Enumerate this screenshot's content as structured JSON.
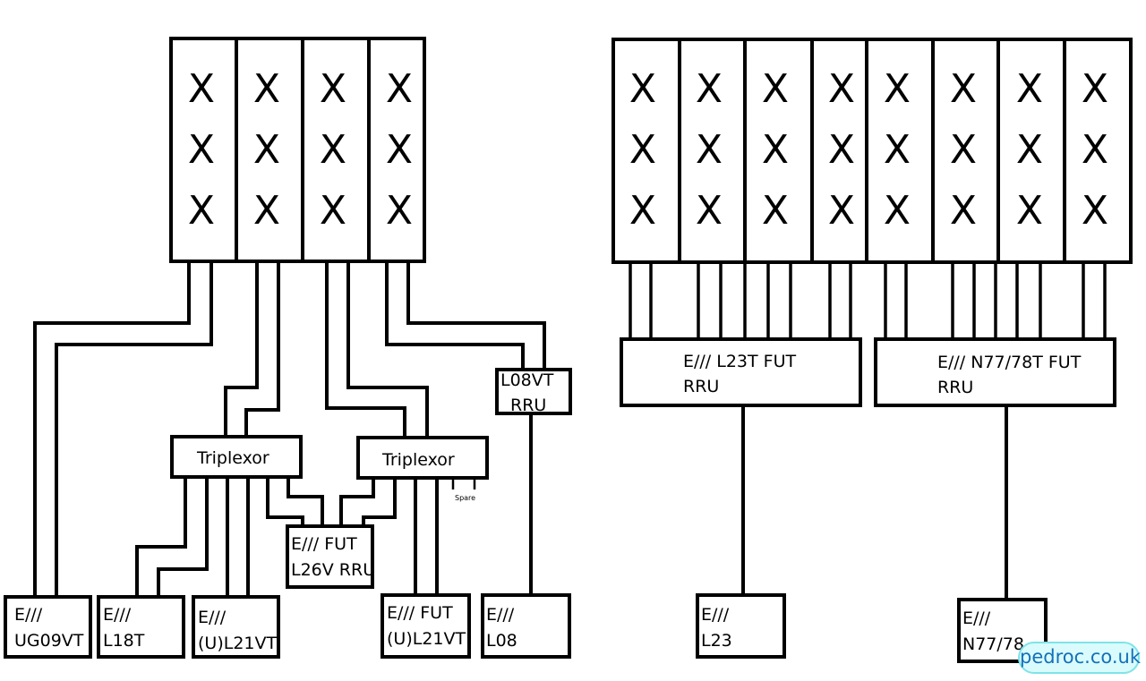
{
  "cells": {
    "mark": "X"
  },
  "left": {
    "l08vt_rru": [
      "L08VT",
      "RRU"
    ],
    "triplexor_1": "Triplexor",
    "triplexor_2": "Triplexor",
    "spare": "Spare",
    "fut_l26v_rru": [
      "E///  FUT",
      "L26V RRU"
    ],
    "bottom_boxes": [
      [
        "E///",
        "UG09VT"
      ],
      [
        "E///",
        "L18T"
      ],
      [
        "E///",
        "(U)L21VT"
      ],
      [
        "E/// FUT",
        "(U)L21VT"
      ],
      [
        "E///",
        "L08"
      ]
    ]
  },
  "right": {
    "rru_l23t": [
      "E/// L23T FUT",
      "RRU"
    ],
    "rru_n77": [
      "E/// N77/78T FUT",
      "RRU"
    ],
    "bottom_boxes": [
      [
        "E///",
        "L23"
      ],
      [
        "E///",
        "N77/78"
      ]
    ]
  },
  "watermark": "pedroc.co.uk",
  "colors": {
    "line": "#000000",
    "watermark_bg": "#d9fbfc",
    "watermark_border": "#7fe3e8",
    "watermark_text": "#1470b8"
  }
}
